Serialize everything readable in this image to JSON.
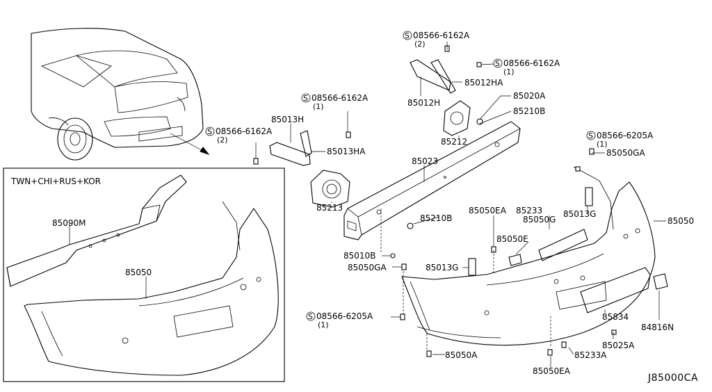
{
  "diagram": {
    "inset_title": "TWN+CHI+RUS+KOR",
    "diagram_code": "J85000CA",
    "labels": [
      {
        "id": "l01",
        "text": "08566-6162A",
        "screw": true
      },
      {
        "id": "l02",
        "text": "(2)"
      },
      {
        "id": "l03",
        "text": "08566-6162A",
        "screw": true
      },
      {
        "id": "l04",
        "text": "(1)"
      },
      {
        "id": "l05",
        "text": "85012HA"
      },
      {
        "id": "l06",
        "text": "85012H"
      },
      {
        "id": "l07",
        "text": "85020A"
      },
      {
        "id": "l08",
        "text": "85210B"
      },
      {
        "id": "l09",
        "text": "85212"
      },
      {
        "id": "l10",
        "text": "08566-6162A",
        "screw": true
      },
      {
        "id": "l11",
        "text": "(1)"
      },
      {
        "id": "l12",
        "text": "85013H"
      },
      {
        "id": "l13",
        "text": "08566-6162A",
        "screw": true
      },
      {
        "id": "l14",
        "text": "(2)"
      },
      {
        "id": "l15",
        "text": "85013HA"
      },
      {
        "id": "l16",
        "text": "85023"
      },
      {
        "id": "l17",
        "text": "85213"
      },
      {
        "id": "l18",
        "text": "08566-6205A",
        "screw": true
      },
      {
        "id": "l19",
        "text": "(1)"
      },
      {
        "id": "l20",
        "text": "85050GA"
      },
      {
        "id": "l21",
        "text": "85050"
      },
      {
        "id": "l22",
        "text": "85210B"
      },
      {
        "id": "l23",
        "text": "85050EA"
      },
      {
        "id": "l24",
        "text": "85233"
      },
      {
        "id": "l25",
        "text": "85013G"
      },
      {
        "id": "l26",
        "text": "85050G"
      },
      {
        "id": "l27",
        "text": "85050E"
      },
      {
        "id": "l28",
        "text": "85010B"
      },
      {
        "id": "l29",
        "text": "85050GA"
      },
      {
        "id": "l30",
        "text": "85013G"
      },
      {
        "id": "l31",
        "text": "85090M"
      },
      {
        "id": "l32",
        "text": "85050"
      },
      {
        "id": "l33",
        "text": "08566-6205A",
        "screw": true
      },
      {
        "id": "l34",
        "text": "(1)"
      },
      {
        "id": "l35",
        "text": "85834"
      },
      {
        "id": "l36",
        "text": "84816N"
      },
      {
        "id": "l37",
        "text": "85025A"
      },
      {
        "id": "l38",
        "text": "85233A"
      },
      {
        "id": "l39",
        "text": "85050A"
      },
      {
        "id": "l40",
        "text": "85050EA"
      }
    ]
  }
}
